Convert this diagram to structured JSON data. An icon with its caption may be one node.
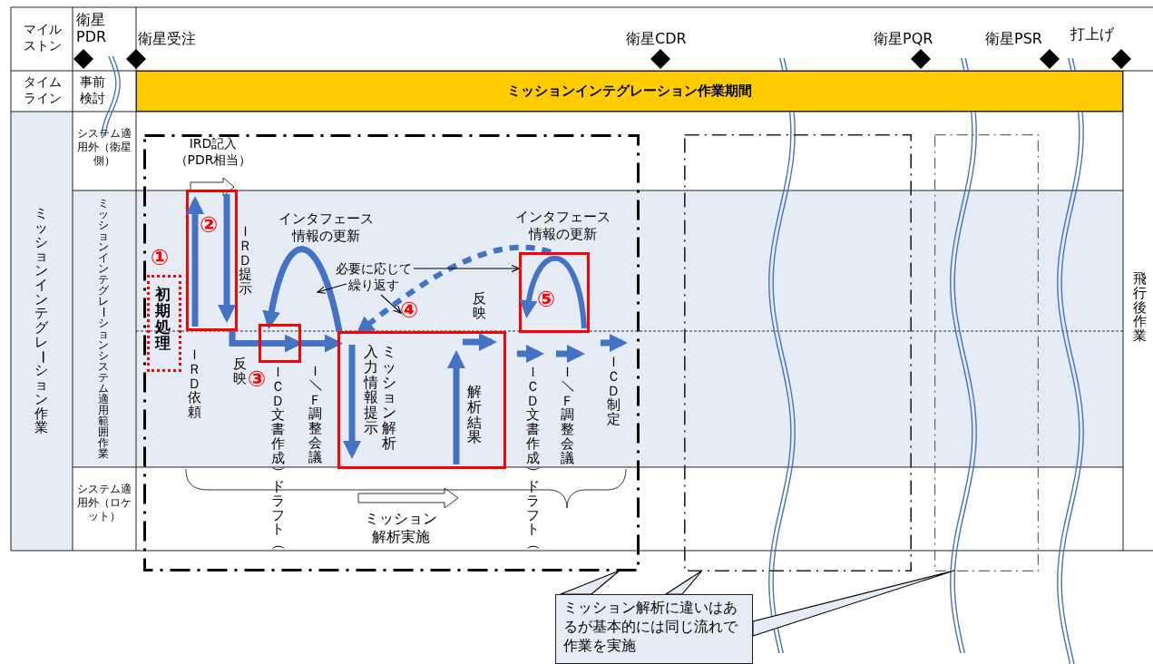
{
  "diagram": {
    "nodes": [
      {
        "text": [
          "ミッションインテグレーション作業期間"
        ]
      },
      {
        "text": [
          "衛星PDR"
        ]
      },
      {
        "text": [
          "衛星受注"
        ]
      },
      {
        "text": [
          "衛星CDR"
        ]
      },
      {
        "text": [
          "衛星PQR"
        ]
      },
      {
        "text": [
          "衛星PSR"
        ]
      },
      {
        "text": [
          "打上げ"
        ]
      },
      {
        "text": [],
        "shape": "box"
      },
      {
        "text": [
          "初期処理"
        ],
        "beside": [
          "①"
        ],
        "in": 7
      },
      {
        "text": [
          "②"
        ],
        "in": 7
      },
      {
        "text": [],
        "shape": "box",
        "beside": [
          "③"
        ],
        "in": 7
      },
      {
        "text": [
          "入力情報提示",
          "ミッション解析",
          "解析結果"
        ],
        "beside": [
          "④"
        ],
        "in": 7
      },
      {
        "text": [
          "⑤"
        ],
        "in": 7
      },
      {
        "text": [
          "必要に応じて繰り返す"
        ],
        "in": 7
      },
      {
        "text": [],
        "shape": "box"
      },
      {
        "text": [],
        "shape": "box"
      },
      {
        "text": [
          "ミッション解析に違いはあるが基本的には同じ流れで作業を実施"
        ]
      }
    ],
    "edges": [
      {
        "from": 9,
        "to": 10,
        "arrow": "to",
        "style": "thick",
        "color": "#4472c4"
      },
      {
        "from": 10,
        "to": 11,
        "arrow": "to",
        "style": "thick",
        "color": "#4472c4"
      },
      {
        "from": 11,
        "to": 10,
        "arrow": "to",
        "style": "thick",
        "color": "#4472c4"
      },
      {
        "from": 12,
        "to": 11,
        "arrow": "to",
        "style": "dashed",
        "color": "#4472c4"
      },
      {
        "from": 13,
        "to": 12,
        "arrow": "to"
      },
      {
        "from": 13,
        "to": null,
        "arrow": "to"
      },
      {
        "from": 13,
        "to": null,
        "arrow": "to"
      },
      {
        "from": 16,
        "to": 7,
        "arrow": "none"
      },
      {
        "from": 16,
        "to": 14,
        "arrow": "none"
      },
      {
        "from": 16,
        "to": 15,
        "arrow": "none"
      }
    ],
    "labels": [
      "マイルストン",
      "タイムライン",
      "事前検討",
      "ミッションインテグレーション作業",
      "システム適用外（衛星側）",
      "ミッションインテグレーションシステム適用範囲作業",
      "システム適用外（ロケット）",
      "飛行後作業",
      "IRD記入（PDR相当）",
      "インタフェース情報の更新",
      "ＩＲＤ提示",
      "ＩＲＤ依頼",
      "反映",
      "ＩＣＤ文書作成（ドラフト）",
      "Ｉ／Ｆ調整会議",
      "反映",
      "インタフェース情報の更新",
      "ＩＣＤ文書作成（ドラフト）",
      "Ｉ／Ｆ調整会議",
      "ＩＣＤ制定",
      "ミッション解析実施"
    ]
  }
}
